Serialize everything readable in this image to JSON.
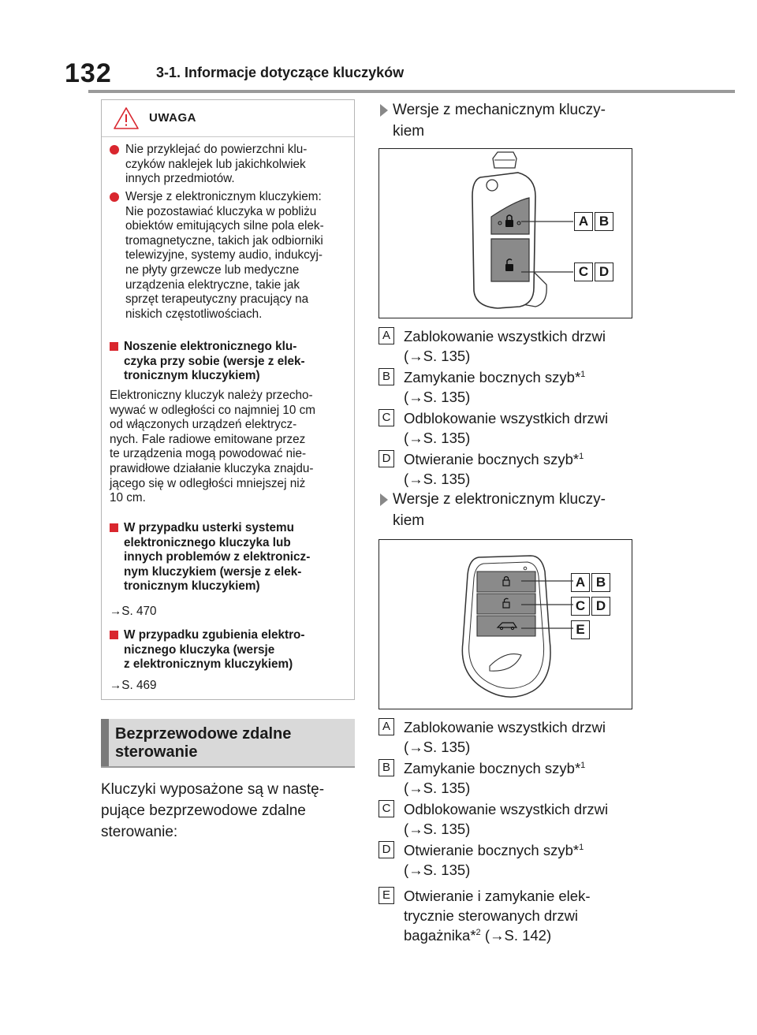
{
  "header": {
    "page_number": "132",
    "section": "3-1. Informacje dotyczące kluczyków"
  },
  "caution": {
    "title": "UWAGA",
    "bullets": [
      "Nie przyklejać do powierzchni klu-\nczyków naklejek lub jakichkolwiek\ninnych przedmiotów.",
      "Wersje z elektronicznym kluczykiem:\nNie pozostawiać kluczyka w pobliżu\nobiektów emitujących silne pola elek-\ntromagnetyczne, takich jak odbiorniki\ntelewizyjne, systemy audio, indukcyj-\nne płyty grzewcze lub medyczne\nurządzenia elektryczne, takie jak\nsprzęt terapeutyczny pracujący na\nniskich częstotliwościach."
    ],
    "sub1_title": "Noszenie elektronicznego klu-\nczyka przy sobie (wersje z elek-\ntronicznym kluczykiem)",
    "sub1_body": "Elektroniczny kluczyk należy przecho-\nwywać w odległości co najmniej 10 cm\nod włączonych urządzeń elektrycz-\nnych. Fale radiowe emitowane przez\nte urządzenia mogą powodować nie-\nprawidłowe działanie kluczyka znajdu-\njącego się w odległości mniejszej niż\n10 cm.",
    "sub2_title": "W przypadku usterki systemu\nelektronicznego kluczyka lub\ninnych problemów z elektronicz-\nnym kluczykiem (wersje z elek-\ntronicznym kluczykiem)",
    "sub2_ref": "→S. 470",
    "sub3_title": "W przypadku zgubienia elektro-\nnicznego kluczyka (wersje\nz elektronicznym kluczykiem)",
    "sub3_ref": "→S. 469"
  },
  "section_banner": "Bezprzewodowe zdalne\nsterowanie",
  "intro": "Kluczyki wyposażone są w nastę-\npujące bezprzewodowe zdalne\nsterowanie:",
  "mechanical": {
    "heading": "Wersje z mechanicznym kluczy-\nkiem",
    "items": [
      {
        "label": "A",
        "text": "Zablokowanie wszystkich drzwi",
        "ref": "(→S. 135)",
        "sup": ""
      },
      {
        "label": "B",
        "text": "Zamykanie bocznych szyb*",
        "ref": "(→S. 135)",
        "sup": "1"
      },
      {
        "label": "C",
        "text": "Odblokowanie wszystkich drzwi",
        "ref": "(→S. 135)",
        "sup": ""
      },
      {
        "label": "D",
        "text": "Otwieranie bocznych szyb*",
        "ref": "(→S. 135)",
        "sup": "1"
      }
    ]
  },
  "electronic": {
    "heading": "Wersje z elektronicznym kluczy-\nkiem",
    "items": [
      {
        "label": "A",
        "text": "Zablokowanie wszystkich drzwi",
        "ref": "(→S. 135)",
        "sup": ""
      },
      {
        "label": "B",
        "text": "Zamykanie bocznych szyb*",
        "ref": "(→S. 135)",
        "sup": "1"
      },
      {
        "label": "C",
        "text": "Odblokowanie wszystkich drzwi",
        "ref": "(→S. 135)",
        "sup": ""
      },
      {
        "label": "D",
        "text": "Otwieranie bocznych szyb*",
        "ref": "(→S. 135)",
        "sup": "1"
      },
      {
        "label": "E",
        "text": "Otwieranie i zamykanie elek-\ntrycznie sterowanych drzwi\nbagażnika*",
        "ref": "(→S. 142)",
        "sup": "2"
      }
    ]
  },
  "figure1_labels": [
    "A",
    "B",
    "C",
    "D"
  ],
  "figure2_labels": [
    "A",
    "B",
    "C",
    "D",
    "E"
  ],
  "colors": {
    "accent": "#d9262e",
    "banner_bg": "#d9d9d9",
    "banner_bar": "#7a7a7a"
  }
}
